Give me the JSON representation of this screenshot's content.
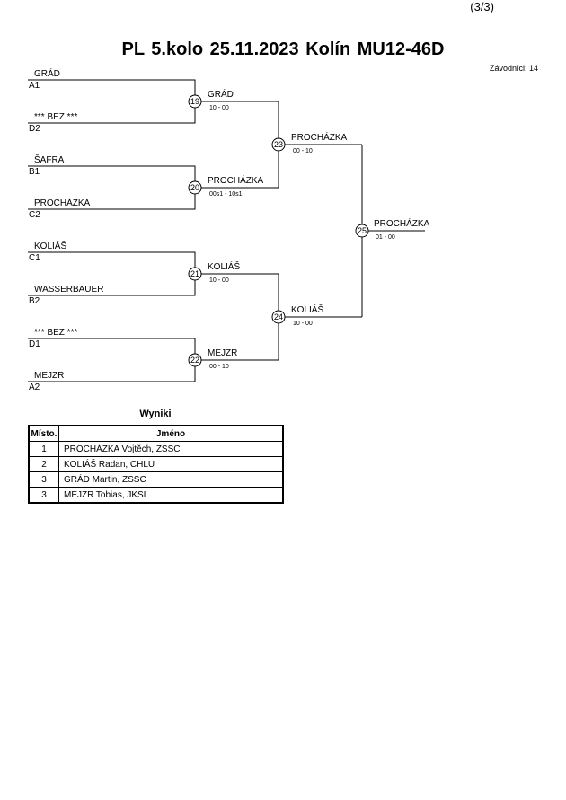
{
  "page_number": "(3/3)",
  "title": "PL 5.kolo  25.11.2023  Kolín   MU12-46D",
  "competitors": "Závodníci: 14",
  "bracket": {
    "round1": [
      {
        "top": {
          "name": "GRÁD",
          "seed": "A1"
        },
        "bottom": {
          "name": "*** BEZ ***",
          "seed": "D2"
        },
        "match": "19",
        "winner": "GRÁD",
        "score": "10 - 00"
      },
      {
        "top": {
          "name": "ŠAFRA",
          "seed": "B1"
        },
        "bottom": {
          "name": "PROCHÁZKA",
          "seed": "C2"
        },
        "match": "20",
        "winner": "PROCHÁZKA",
        "score": "00s1 - 10s1"
      },
      {
        "top": {
          "name": "KOLIÁŠ",
          "seed": "C1"
        },
        "bottom": {
          "name": "WASSERBAUER",
          "seed": "B2"
        },
        "match": "21",
        "winner": "KOLIÁŠ",
        "score": "10 - 00"
      },
      {
        "top": {
          "name": "*** BEZ ***",
          "seed": "D1"
        },
        "bottom": {
          "name": "MEJZR",
          "seed": "A2"
        },
        "match": "22",
        "winner": "MEJZR",
        "score": "00 - 10"
      }
    ],
    "semis": [
      {
        "match": "23",
        "winner": "PROCHÁZKA",
        "score": "00 - 10"
      },
      {
        "match": "24",
        "winner": "KOLIÁŠ",
        "score": "10 - 00"
      }
    ],
    "final": {
      "match": "25",
      "winner": "PROCHÁZKA",
      "score": "01 - 00"
    }
  },
  "results": {
    "title": "Wyniki",
    "headers": [
      "Místo.",
      "Jméno"
    ],
    "rows": [
      {
        "place": "1",
        "name": "PROCHÁZKA Vojtěch, ZSSC"
      },
      {
        "place": "2",
        "name": "KOLIÁŠ Radan, CHLU"
      },
      {
        "place": "3",
        "name": "GRÁD Martin, ZSSC"
      },
      {
        "place": "3",
        "name": "MEJZR Tobias, JKSL"
      }
    ]
  }
}
